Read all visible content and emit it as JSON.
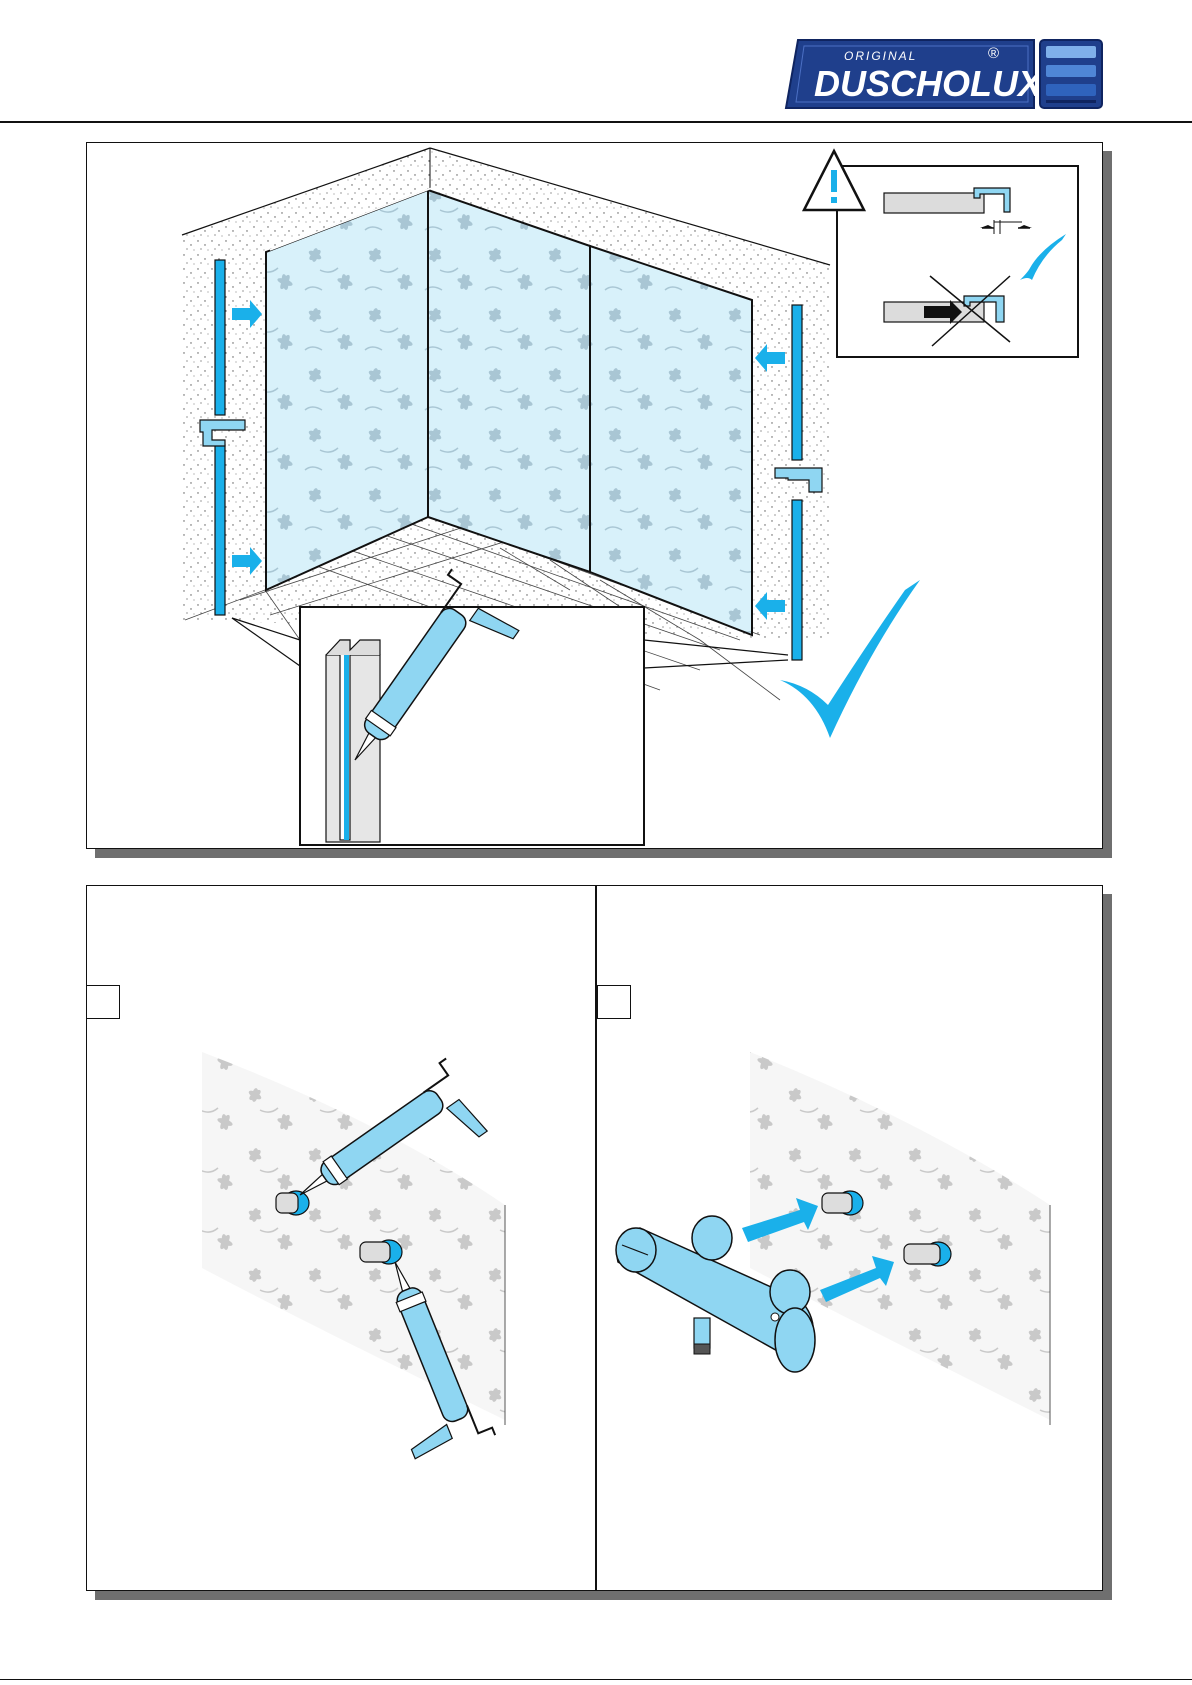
{
  "brand": {
    "original_label": "ORIGINAL",
    "name": "DUSCHOLUX",
    "registered": "®",
    "colors": {
      "navy": "#1f3f8c",
      "accent": "#1ab0ea",
      "light_blue": "#8fd6f2"
    }
  },
  "icons": [
    "warning-triangle-icon",
    "check-mark-icon",
    "cross-icon",
    "arrow-icon",
    "sealant-gun-icon",
    "pipe-connector-icon",
    "shower-mixer-icon"
  ],
  "panels": [
    {
      "id": "wall-profile-installation"
    },
    {
      "id": "mixer-installation",
      "steps": [
        {
          "number": ""
        },
        {
          "number": ""
        }
      ]
    }
  ]
}
